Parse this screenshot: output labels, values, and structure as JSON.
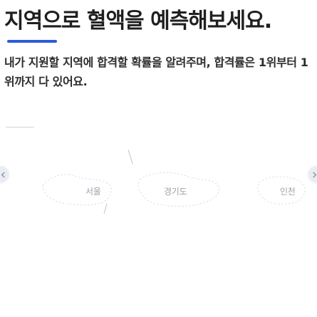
{
  "headline": "지역으로 혈액을 예측해보세요.",
  "description": "내가 지원할 지역에 합격할 확률을 알려주며, 합격률은 1위부터 1위까지 다 있어요.",
  "regions": {
    "seoul": "서울",
    "gyeonggi": "경기도",
    "incheon": "인천"
  },
  "colors": {
    "accent": "#2a5bd7",
    "map_line": "#d3d9e2",
    "label": "#9aa3ad"
  },
  "icons": {
    "prev": "chevron-left-icon",
    "next": "chevron-right-icon"
  }
}
